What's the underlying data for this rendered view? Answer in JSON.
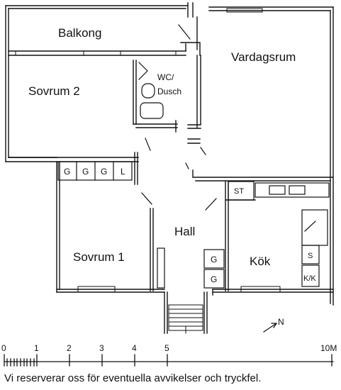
{
  "rooms": {
    "balkong": "Balkong",
    "vardagsrum": "Vardagsrum",
    "sovrum2": "Sovrum 2",
    "wc_line1": "WC/",
    "wc_line2": "Dusch",
    "hall": "Hall",
    "sovrum1": "Sovrum 1",
    "kok": "Kök"
  },
  "closets": {
    "wardrobes": [
      "G",
      "G",
      "G",
      "L"
    ],
    "kitchen_left": [
      "G",
      "G"
    ],
    "st": "ST",
    "s": "S",
    "kk": "K/K"
  },
  "compass": {
    "north": "N"
  },
  "scale": {
    "ticks": [
      "0",
      "1",
      "2",
      "3",
      "4",
      "5",
      "10M"
    ]
  },
  "disclaimer": "Vi reserverar oss för eventuella avvikelser och tryckfel.",
  "colors": {
    "line": "#111111",
    "background": "#ffffff"
  }
}
